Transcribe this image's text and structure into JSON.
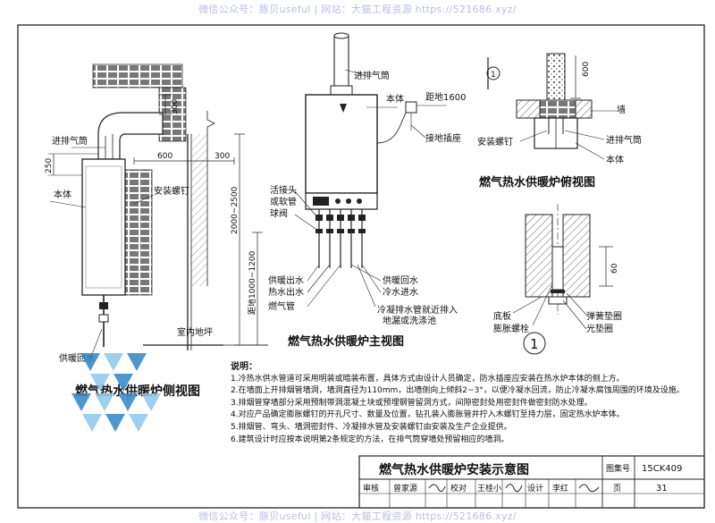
{
  "watermark": {
    "top": "微信公众号：豚贝useful | 网站：大猫工程资源 https://521686.xyz/",
    "bottom": "微信公众号：豚贝useful | 网站：大猫工程资源 https://521686.xyz/"
  },
  "side_view": {
    "title": "燃气热水供暖炉侧视图",
    "labels": {
      "intake": "进排气筒",
      "body": "本体",
      "screw": "安装螺钉",
      "return": "供暖回水",
      "floor": "室内地坪"
    },
    "dims": {
      "d300a": "300",
      "d250": "250",
      "d600": "600",
      "d300b": "300",
      "d2000": "2000~2500",
      "d1000": "距地1000~1200"
    }
  },
  "front_view": {
    "title": "燃气热水供暖炉主视图",
    "labels": {
      "intake": "进排气筒",
      "body": "本体",
      "dist1600": "距地1600",
      "socket": "接地插座",
      "union": "活接头",
      "union2": "或软管",
      "valve": "球阀",
      "supply_out": "供暖出水",
      "hot_out": "热水出水",
      "gas": "燃气管",
      "return": "供暖回水",
      "cold_in": "冷水进水",
      "cond1": "冷凝排水管就近排入",
      "cond2": "地漏或洗涤池"
    }
  },
  "top_view": {
    "title": "燃气热水供暖炉俯视图",
    "labels": {
      "marker": "1",
      "d600": "600",
      "wall": "墙",
      "screw": "安装螺钉",
      "intake": "进排气筒",
      "body": "本体"
    }
  },
  "detail": {
    "marker": "1",
    "d60": "60",
    "labels": {
      "plate": "底板",
      "bolt": "膨胀螺栓",
      "spring": "弹簧垫圈",
      "flat": "光垫圈"
    }
  },
  "notes": {
    "title": "说明：",
    "items": [
      "1.冷热水供水管道可采用明装或暗装布置，具体方式由设计人员确定，防水插座应安装在热水炉本体的侧上方。",
      "2.在墙面上开排烟管墙洞，墙洞直径为110mm，出墙侧向上倾斜2~3°，以便冷凝水回流，防止冷凝水腐蚀周围的环境及设施。",
      "3.排烟管穿墙部分采用预制带洞混凝土块或预埋钢管留洞方式，间隙密封处用密封件做密封防水处理。",
      "4.对应产品确定膨胀螺钉的开孔尺寸、数量及位置，钻孔装入膨胀管并拧入木螺钉至持力层，固定热水炉本体。",
      "5.排烟管、弯头、墙洞密封件、冷凝排水管及安装螺钉由安装及生产企业提供。",
      "6.建筑设计时应按本说明第2条规定的方法，在排气筒穿墙处预留相应的墙洞。"
    ]
  },
  "title_block": {
    "title": "燃气热水供暖炉安装示意图",
    "atlas_label": "图集号",
    "atlas_no": "15CK409",
    "row": [
      "审核",
      "曾家源",
      "",
      "校对",
      "王桂小",
      "",
      "设计",
      "李红",
      ""
    ],
    "page_label": "页",
    "page_no": "31"
  },
  "badge_colors": [
    "#2f86c6",
    "#8cc7ec"
  ]
}
